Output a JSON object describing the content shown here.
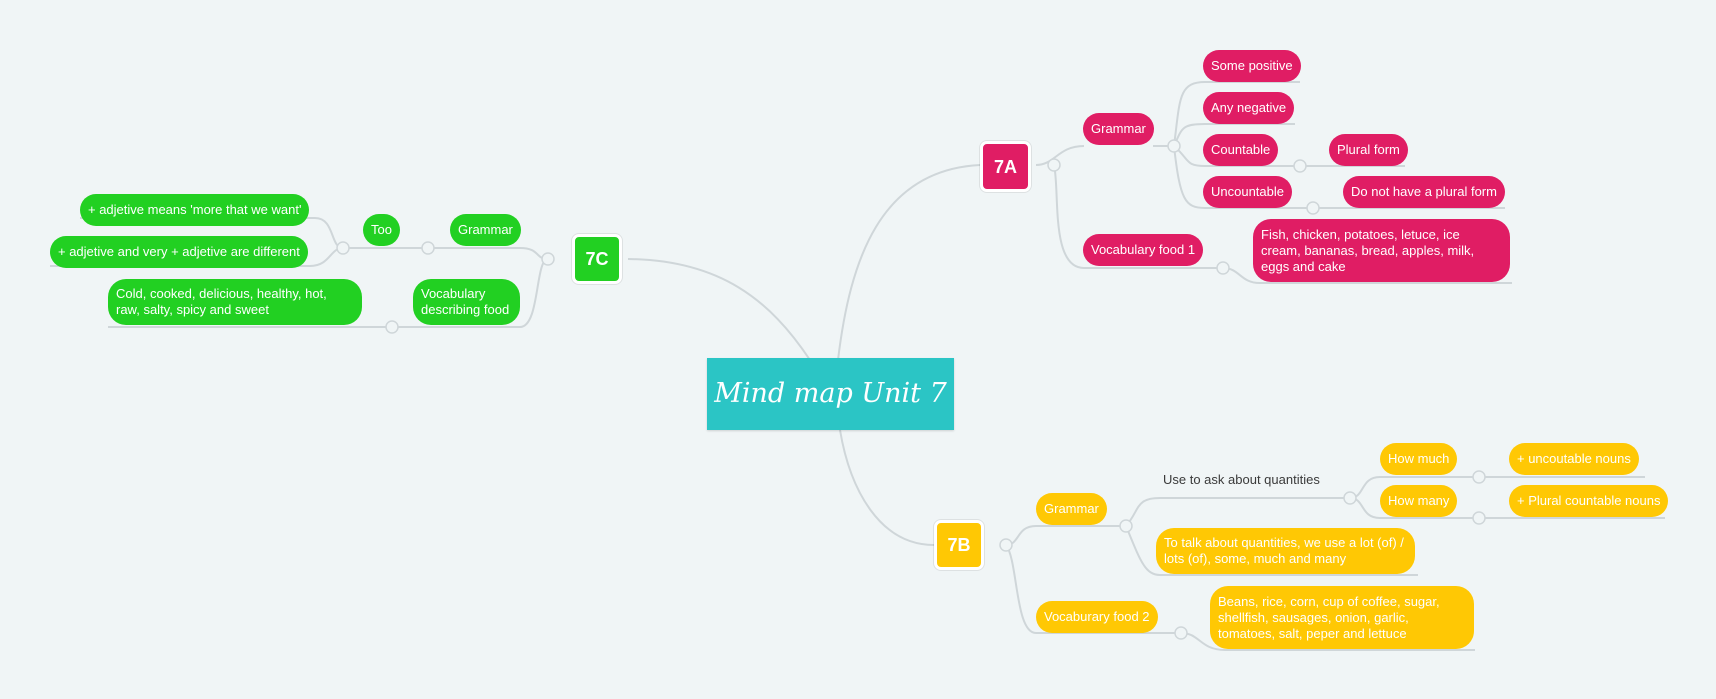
{
  "root": {
    "label": "Mind map Unit 7"
  },
  "hubs": {
    "a": "7A",
    "b": "7B",
    "c": "7C"
  },
  "a": {
    "grammar": "Grammar",
    "some_positive": "Some positive",
    "any_negative": "Any negative",
    "countable": "Countable",
    "plural_form": "Plural form",
    "uncountable": "Uncountable",
    "no_plural": "Do not have a plural form",
    "vocab": "Vocabulary food 1",
    "vocab_list": "Fish, chicken, potatoes, letuce, ice cream, bananas, bread, apples, milk, eggs and cake"
  },
  "b": {
    "grammar": "Grammar",
    "ask_label": "Use to ask about quantities",
    "how_much": "How much",
    "uncountable_nouns": "+ uncoutable nouns",
    "how_many": "How many",
    "plural_nouns": "+ Plural countable nouns",
    "talk": "To talk about quantities, we use a lot (of) / lots (of), some, much and many",
    "vocab": "Vocaburary food 2",
    "vocab_list": "Beans, rice, corn, cup of coffee, sugar, shellfish, sausages, onion, garlic, tomatoes, salt, peper and lettuce"
  },
  "c": {
    "grammar": "Grammar",
    "too": "Too",
    "more_than": "+ adjetive means 'more that we want'",
    "different": "+ adjetive and very + adjetive are different",
    "vocab": "Vocabulary describing food",
    "vocab_list": "Cold, cooked, delicious, healthy, hot, raw, salty, spicy and sweet"
  },
  "colors": {
    "7A": "#e01d64",
    "7B": "#ffc804",
    "7C": "#22d022",
    "root": "#2bc5c5",
    "lines": "#cfd6d9"
  }
}
